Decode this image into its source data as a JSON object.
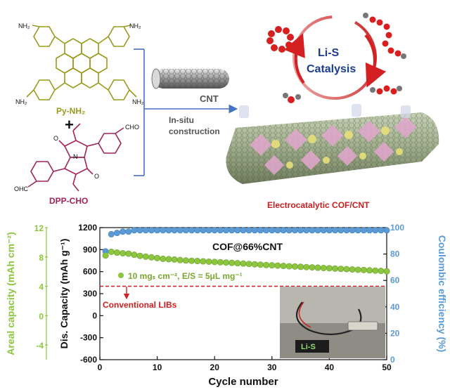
{
  "top": {
    "monomer1": {
      "name": "Py-NH₂",
      "group_label": "NH₂"
    },
    "plus": "+",
    "monomer2": {
      "name": "DPP-CHO",
      "group_label": "CHO",
      "group_label_left": "OHC"
    },
    "cnt_label": "CNT",
    "construction_label_line1": "In-situ",
    "construction_label_line2": "construction",
    "cycle_label_line1": "Li-S",
    "cycle_label_line2": "Catalysis",
    "product_label": "Electrocatalytic COF/CNT"
  },
  "chart_data": {
    "type": "scatter",
    "xlabel": "Cycle number",
    "ylabel_left": "Dis. Capacity (mAh g⁻¹)",
    "ylabel_left_outer": "Areal capacity (mAh cm⁻²)",
    "ylabel_right": "Coulombic efficiency (%)",
    "xlim": [
      0,
      50
    ],
    "ylim_left": [
      -600,
      1200
    ],
    "ylim_right": [
      0,
      100
    ],
    "x_ticks": [
      "0",
      "10",
      "20",
      "30",
      "40",
      "50"
    ],
    "y_ticks_left": [
      "1200",
      "900",
      "600",
      "300",
      "0",
      "-300",
      "-600"
    ],
    "y_ticks_outer": [
      "12",
      "8",
      "4",
      "0",
      "-4"
    ],
    "y_ticks_right": [
      "100",
      "80",
      "60",
      "40",
      "20",
      "0"
    ],
    "annotation_main": "COF@66%CNT",
    "annotation_condition": "10 mgₛ cm⁻², E/S = 5μL mg⁻¹",
    "reference_line": {
      "label": "Conventional LIBs",
      "y": 400,
      "color": "#d11f1f"
    },
    "inset_device_text": "Li-S",
    "series": [
      {
        "axis": "left",
        "color": "#8cc63f",
        "x": [
          1,
          2,
          3,
          4,
          5,
          6,
          7,
          8,
          9,
          10,
          11,
          12,
          13,
          14,
          15,
          16,
          17,
          18,
          19,
          20,
          21,
          22,
          23,
          24,
          25,
          26,
          27,
          28,
          29,
          30,
          31,
          32,
          33,
          34,
          35,
          36,
          37,
          38,
          39,
          40,
          41,
          42,
          43,
          44,
          45,
          46,
          47,
          48,
          49,
          50
        ],
        "y": [
          820,
          870,
          860,
          850,
          845,
          830,
          815,
          805,
          795,
          785,
          775,
          770,
          765,
          758,
          752,
          748,
          745,
          740,
          736,
          732,
          728,
          724,
          720,
          715,
          710,
          705,
          700,
          695,
          690,
          686,
          682,
          678,
          674,
          670,
          666,
          662,
          658,
          654,
          650,
          646,
          642,
          638,
          634,
          630,
          626,
          622,
          618,
          614,
          610,
          605
        ]
      },
      {
        "axis": "right",
        "color": "#5b9bd5",
        "x": [
          1,
          2,
          3,
          4,
          5,
          6,
          7,
          8,
          9,
          10,
          11,
          12,
          13,
          14,
          15,
          16,
          17,
          18,
          19,
          20,
          21,
          22,
          23,
          24,
          25,
          26,
          27,
          28,
          29,
          30,
          31,
          32,
          33,
          34,
          35,
          36,
          37,
          38,
          39,
          40,
          41,
          42,
          43,
          44,
          45,
          46,
          47,
          48,
          49,
          50
        ],
        "y": [
          82,
          95,
          96,
          97,
          97,
          98,
          98,
          98,
          98,
          98,
          98,
          98,
          98,
          98,
          98,
          98,
          98,
          98,
          98,
          98,
          98,
          98,
          98,
          98,
          98,
          98,
          98,
          98,
          98,
          98,
          98,
          98,
          98,
          98,
          98,
          98,
          98,
          98,
          98,
          98,
          98,
          98,
          98,
          98,
          98,
          98,
          98,
          98,
          98,
          98
        ]
      }
    ]
  }
}
